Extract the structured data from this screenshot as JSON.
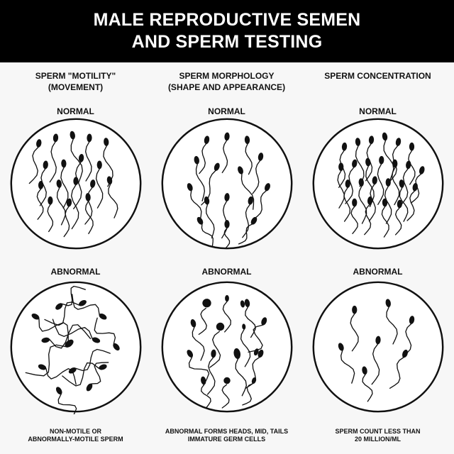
{
  "title": {
    "line1": "MALE REPRODUCTIVE SEMEN",
    "line2": "AND SPERM TESTING"
  },
  "columns": [
    {
      "heading_line1": "SPERM \"MOTILITY\"",
      "heading_line2": "(MOVEMENT)",
      "normal_label": "NORMAL",
      "abnormal_label": "ABNORMAL",
      "caption_line1": "NON-MOTILE OR",
      "caption_line2": "ABNORMALLY-MOTILE SPERM"
    },
    {
      "heading_line1": "SPERM MORPHOLOGY",
      "heading_line2": "(SHAPE AND APPEARANCE)",
      "normal_label": "NORMAL",
      "abnormal_label": "ABNORMAL",
      "caption_line1": "ABNORMAL FORMS HEADS, MID, TAILS",
      "caption_line2": "IMMATURE GERM CELLS"
    },
    {
      "heading_line1": "SPERM CONCENTRATION",
      "heading_line2": "",
      "normal_label": "NORMAL",
      "abnormal_label": "ABNORMAL",
      "caption_line1": "SPERM COUNT LESS THAN",
      "caption_line2": "20 MILLION/ML"
    }
  ],
  "colors": {
    "banner": "#000000",
    "banner_text": "#ffffff",
    "background": "#f7f7f7",
    "ink": "#111111"
  }
}
